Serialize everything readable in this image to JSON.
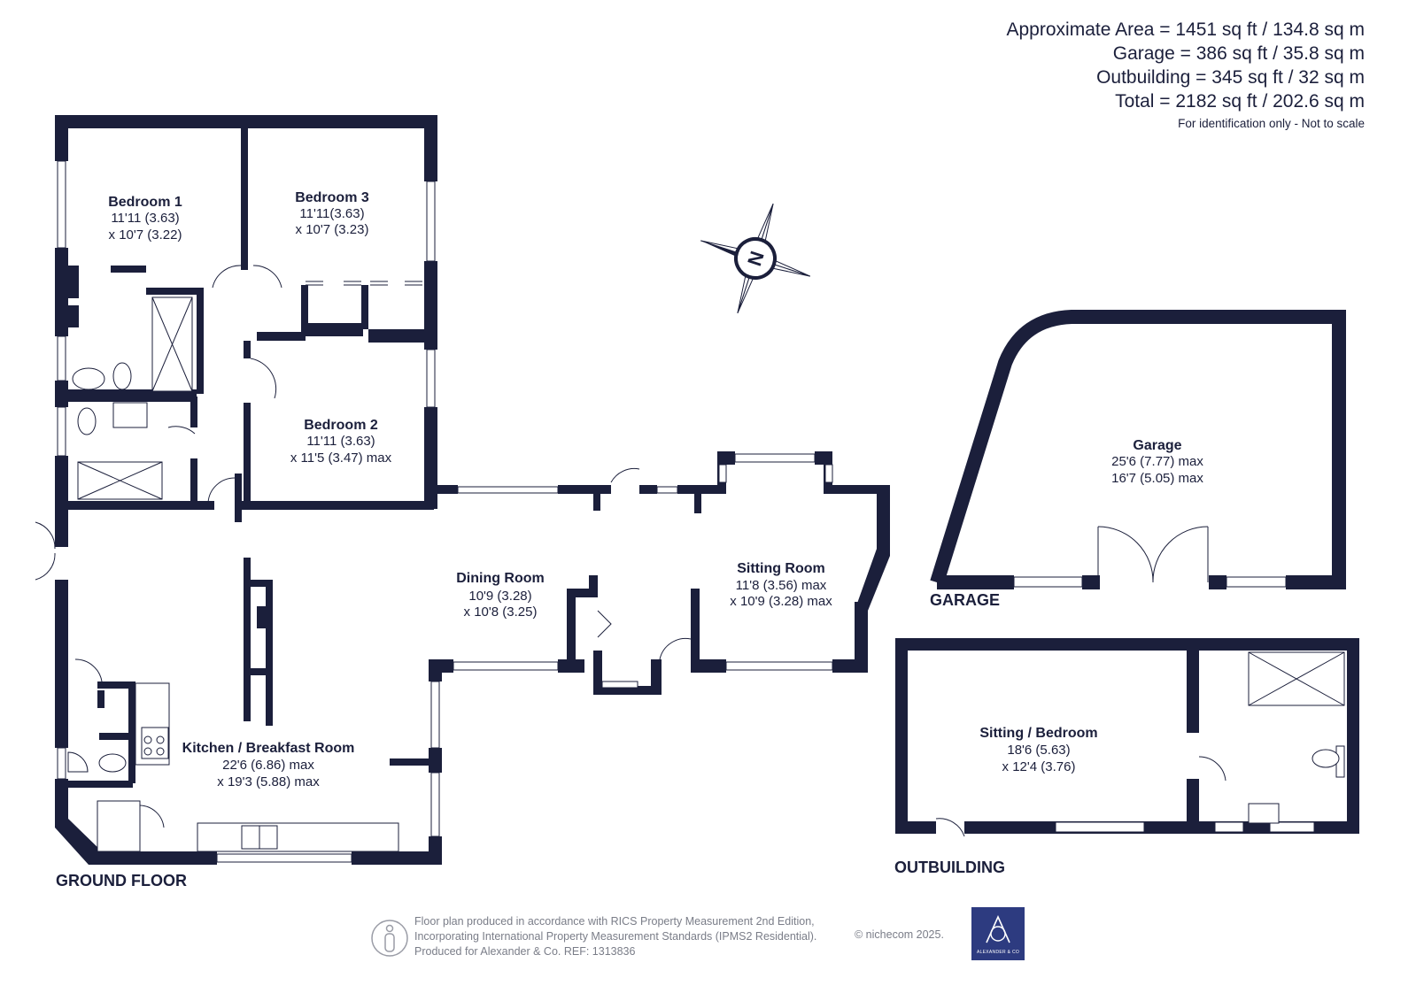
{
  "areas": {
    "approx": "Approximate Area = 1451 sq ft / 134.8 sq m",
    "garage": "Garage = 386 sq ft / 35.8 sq m",
    "outbuilding": "Outbuilding = 345 sq ft / 32 sq m",
    "total": "Total = 2182 sq ft / 202.6 sq m",
    "note": "For identification only - Not to scale"
  },
  "rooms": {
    "bedroom1": {
      "name": "Bedroom 1",
      "dim1": "11'11 (3.63)",
      "dim2": "x 10'7 (3.22)"
    },
    "bedroom3": {
      "name": "Bedroom 3",
      "dim1": "11'11(3.63)",
      "dim2": "x 10'7 (3.23)"
    },
    "bedroom2": {
      "name": "Bedroom 2",
      "dim1": "11'11 (3.63)",
      "dim2": "x 11'5 (3.47) max"
    },
    "dining": {
      "name": "Dining Room",
      "dim1": "10'9 (3.28)",
      "dim2": "x 10'8 (3.25)"
    },
    "sitting": {
      "name": "Sitting Room",
      "dim1": "11'8 (3.56) max",
      "dim2": "x 10'9 (3.28) max"
    },
    "kitchen": {
      "name": "Kitchen / Breakfast Room",
      "dim1": "22'6 (6.86) max",
      "dim2": "x 19'3 (5.88) max"
    },
    "garage": {
      "name": "Garage",
      "dim1": "25'6 (7.77) max",
      "dim2": "16'7 (5.05) max"
    },
    "sittingbed": {
      "name": "Sitting / Bedroom",
      "dim1": "18'6 (5.63)",
      "dim2": "x 12'4 (3.76)"
    }
  },
  "floors": {
    "ground": "GROUND FLOOR",
    "garage": "GARAGE",
    "outbuilding": "OUTBUILDING"
  },
  "compass": {
    "label": "N",
    "icon": "compass-rose-icon"
  },
  "footer": {
    "line1": "Floor plan produced in accordance with RICS Property Measurement 2nd Edition,",
    "line2": "Incorporating International Property Measurement Standards (IPMS2 Residential).",
    "line3": "Produced for Alexander & Co.   REF:  1313836",
    "copyright": "© nichecom 2025.",
    "logo_text": "ALEXANDER & CO"
  },
  "colors": {
    "wall": "#1b1f3b",
    "logo": "#2d3b80",
    "footer_text": "#7a7d88"
  }
}
